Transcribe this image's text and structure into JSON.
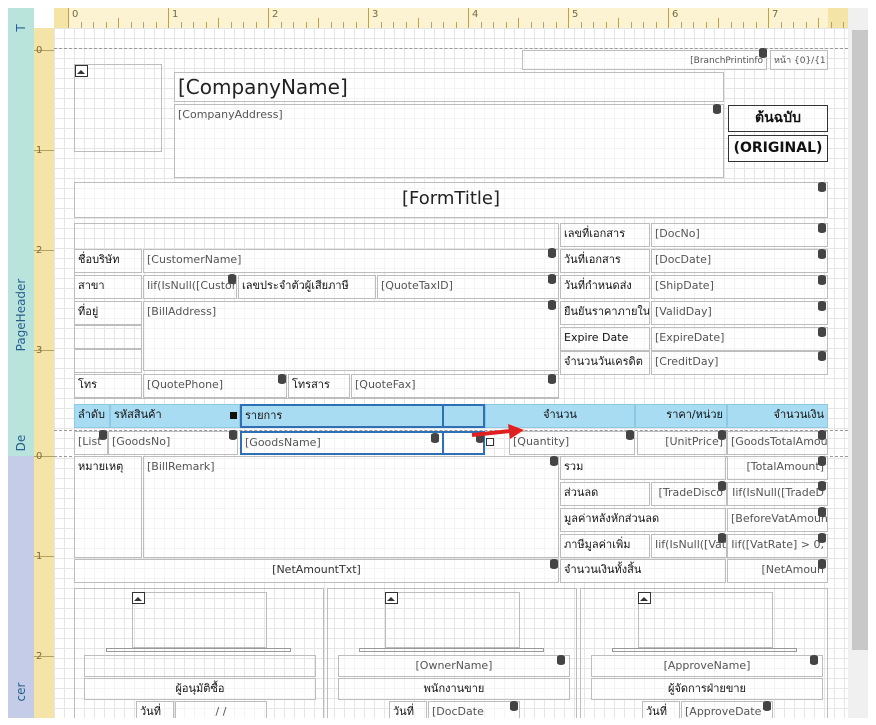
{
  "rulers": {
    "horizontal_labels": [
      "0",
      "1",
      "2",
      "3",
      "4",
      "5",
      "6",
      "7"
    ],
    "vertical_pageheader_labels": [
      "0",
      "1",
      "2",
      "3"
    ],
    "vertical_footer_labels": [
      "0",
      "1",
      "2"
    ]
  },
  "bands": {
    "top": "T",
    "page_header": "PageHeader",
    "detail": "De",
    "footer": "cer"
  },
  "header": {
    "branch_printinfo": "[BranchPrintinfo",
    "page_number": "หน้า {0}/{1}",
    "company_name": "[CompanyName]",
    "company_address": "[CompanyAddress]",
    "original_th": "ต้นฉบับ",
    "original_en": "(ORIGINAL)",
    "form_title": "[FormTitle]"
  },
  "customer": {
    "company_label": "ชื่อบริษัท",
    "company_value": "[CustomerName]",
    "branch_label": "สาขา",
    "branch_value": "Iif(IsNull([Custom",
    "taxid_label": "เลขประจำตัวผู้เสียภาษี",
    "taxid_value": "[QuoteTaxID]",
    "address_label": "ที่อยู่",
    "address_value": "[BillAddress]",
    "phone_label": "โทร",
    "phone_value": "[QuotePhone]",
    "fax_label": "โทรสาร",
    "fax_value": "[QuoteFax]"
  },
  "doc": {
    "docno_label": "เลขที่เอกสาร",
    "docno_value": "[DocNo]",
    "docdate_label": "วันที่เอกสาร",
    "docdate_value": "[DocDate]",
    "shipdate_label": "วันที่กำหนดส่ง",
    "shipdate_value": "[ShipDate]",
    "valid_label": "ยืนยันราคาภายใน",
    "valid_value": "[ValidDay]",
    "expire_label": "Expire Date",
    "expire_value": "[ExpireDate]",
    "credit_label": "จำนวนวันเครดิต",
    "credit_value": "[CreditDay]"
  },
  "table": {
    "columns": [
      "ลำดับ",
      "รหัสสินค้า",
      "รายการ",
      "จำนวน",
      "ราคา/หน่วย",
      "จำนวนเงิน"
    ],
    "row": [
      "[List",
      "[GoodsNo]",
      "[GoodsName]",
      "[Quantity]",
      "[UnitPrice]",
      "[GoodsTotalAmou"
    ]
  },
  "summary": {
    "remark_label": "หมายเหตุ",
    "remark_value": "[BillRemark]",
    "total_label": "รวม",
    "total_value": "[TotalAmount]",
    "discount_label": "ส่วนลด",
    "discount_value": "[TradeDisco",
    "discount_expr": "Iif(IsNull([TradeD",
    "after_label": "มูลค่าหลังหักส่วนลด",
    "after_value": "[BeforeVatAmoun",
    "vat_label": "ภาษีมูลค่าเพิ่ม",
    "vat_value": "Iif(IsNull([Vat",
    "vat_expr": "Iif([VatRate] > 0,",
    "amount_text": "[NetAmountTxt]",
    "net_label": "จำนวนเงินทั้งสิ้น",
    "net_value": "[NetAmoun"
  },
  "signatures": {
    "col1_title": "ผู้อนุมัติซื้อ",
    "col2_name": "[OwnerName]",
    "col2_title": "พนักงานขาย",
    "col3_name": "[ApproveName]",
    "col3_title": "ผู้จัดการฝ่ายขาย",
    "date_label": "วันที่",
    "date_blank": "/  /",
    "col2_date": "[DocDate",
    "col3_date": "[ApproveDate"
  }
}
